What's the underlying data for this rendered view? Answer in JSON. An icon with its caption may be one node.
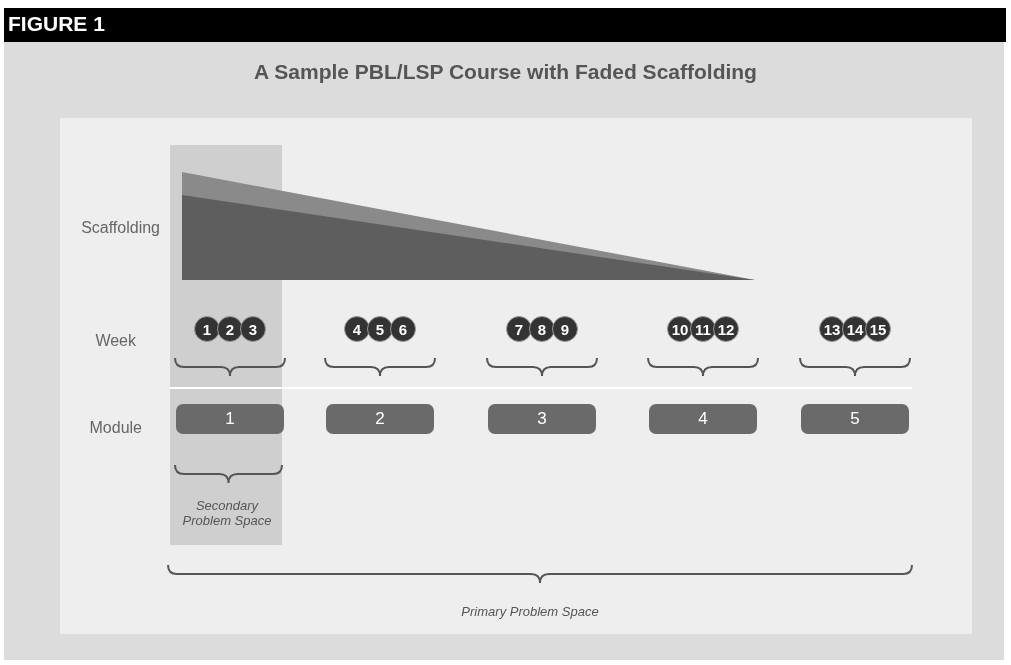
{
  "diagram": {
    "title": "A Sample PBL/LSP Course with Faded Scaffolding",
    "nodes": [
      {
        "text": [
          "1"
        ]
      },
      {
        "text": [
          "2"
        ]
      },
      {
        "text": [
          "3"
        ]
      },
      {
        "text": [
          "4"
        ]
      },
      {
        "text": [
          "5"
        ]
      },
      {
        "text": [
          "6"
        ]
      },
      {
        "text": [
          "7"
        ]
      },
      {
        "text": [
          "8"
        ]
      },
      {
        "text": [
          "9"
        ]
      },
      {
        "text": [
          "10"
        ]
      },
      {
        "text": [
          "11"
        ]
      },
      {
        "text": [
          "12"
        ]
      },
      {
        "text": [
          "13"
        ]
      },
      {
        "text": [
          "14"
        ]
      },
      {
        "text": [
          "15"
        ]
      },
      {
        "text": [
          "1"
        ]
      },
      {
        "text": [
          "2"
        ]
      },
      {
        "text": [
          "3"
        ]
      },
      {
        "text": [
          "4"
        ]
      },
      {
        "text": [
          "5"
        ]
      }
    ],
    "labels": [
      "FIGURE 1",
      "Scaffolding",
      "Week",
      "Module",
      "Secondary Problem Space",
      "Primary Problem Space"
    ]
  }
}
